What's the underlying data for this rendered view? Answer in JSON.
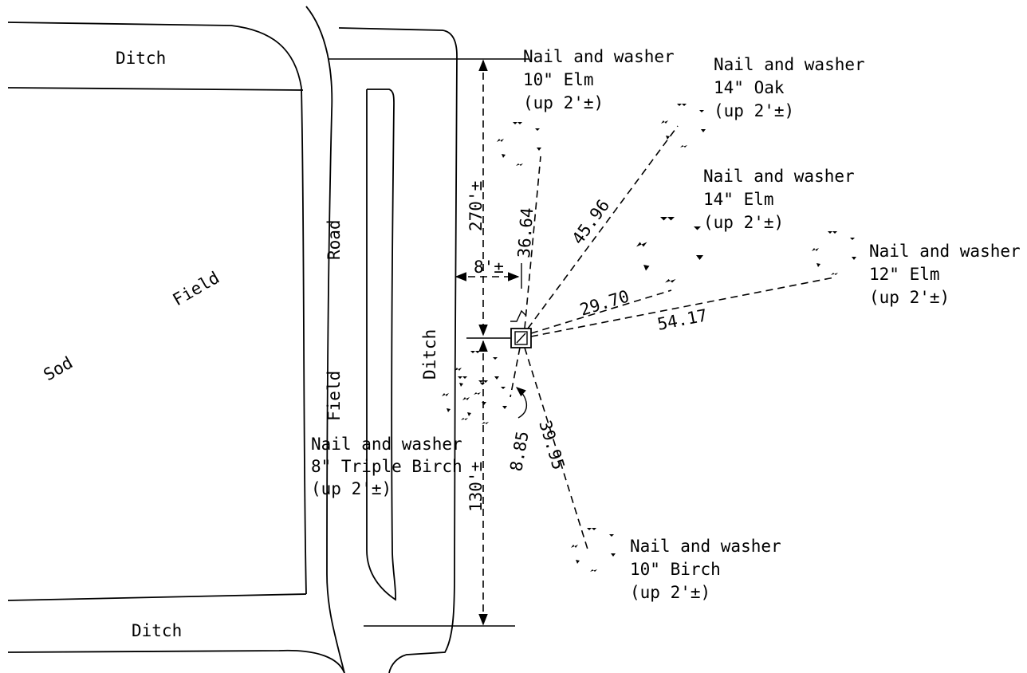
{
  "areas": {
    "ditch_top": "Ditch",
    "ditch_bottom": "Ditch",
    "ditch_side": "Ditch",
    "sod": "Sod",
    "field_west": "Field",
    "road": "Road",
    "field_strip": "Field"
  },
  "trees": [
    {
      "id": "elm10",
      "lines": [
        "Nail and washer",
        "10\" Elm",
        "(up 2'±)"
      ]
    },
    {
      "id": "oak14",
      "lines": [
        "Nail and washer",
        "14\" Oak",
        "(up 2'±)"
      ]
    },
    {
      "id": "elm14",
      "lines": [
        "Nail and washer",
        "14\" Elm",
        "(up 2'±)"
      ]
    },
    {
      "id": "elm12",
      "lines": [
        "Nail and washer",
        "12\" Elm",
        "(up 2'±)"
      ]
    },
    {
      "id": "birch8",
      "lines": [
        "Nail and washer",
        "8\" Triple Birch",
        "(up 2'±)"
      ]
    },
    {
      "id": "birch10",
      "lines": [
        "Nail and washer",
        "10\" Birch",
        "(up 2'±)"
      ]
    }
  ],
  "distances": {
    "elm10": "36.64",
    "oak14": "45.96",
    "elm14": "29.70",
    "elm12": "54.17",
    "birch8": "8.85",
    "birch10": "39.95"
  },
  "dimensions": {
    "north": "270'±",
    "south": "130'±",
    "offset": "8'±"
  }
}
